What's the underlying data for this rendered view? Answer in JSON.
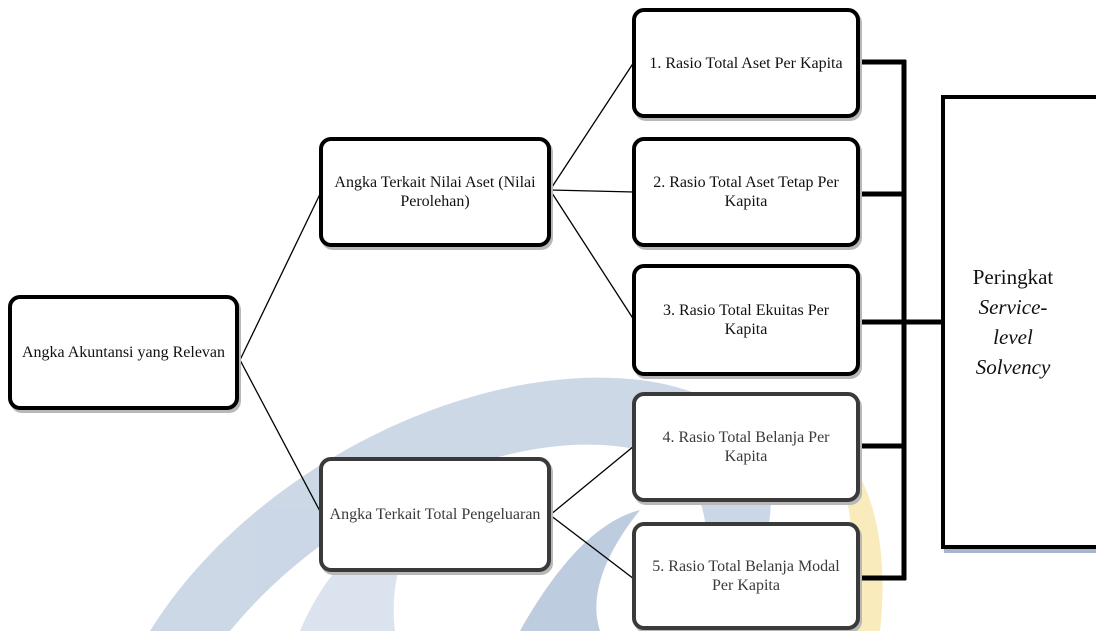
{
  "diagram": {
    "root": {
      "label": "Angka Akuntansi yang Relevan"
    },
    "groups": [
      {
        "label": "Angka Terkait Nilai Aset (Nilai Perolehan)"
      },
      {
        "label": "Angka Terkait Total Pengeluaran"
      }
    ],
    "ratios": [
      {
        "label": "1. Rasio Total Aset Per Kapita"
      },
      {
        "label": "2. Rasio Total Aset Tetap Per Kapita"
      },
      {
        "label": "3. Rasio Total Ekuitas Per Kapita"
      },
      {
        "label": "4. Rasio Total Belanja Per Kapita"
      },
      {
        "label": "5. Rasio Total Belanja Modal Per Kapita"
      }
    ],
    "result": {
      "line1": "Peringkat",
      "line2": "Service-",
      "line3": "level",
      "line4": "Solvency"
    }
  },
  "colors": {
    "watermark_blue": "#8da8c8",
    "watermark_yellow": "#f2d36b",
    "line": "#000000"
  }
}
